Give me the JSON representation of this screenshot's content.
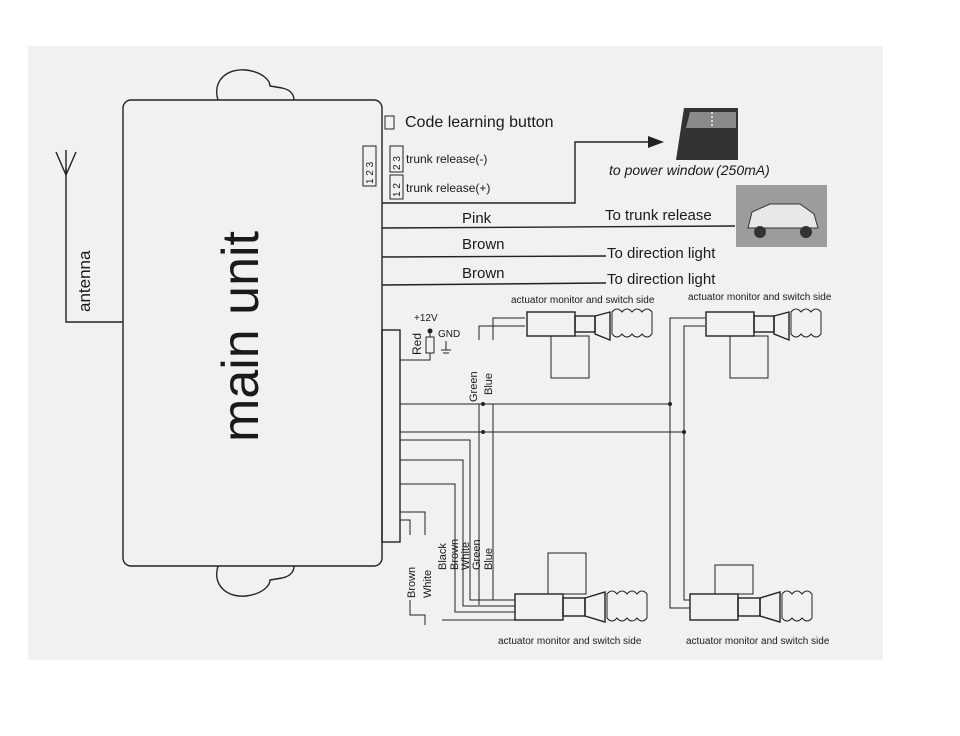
{
  "main_unit": {
    "title": "main unit"
  },
  "antenna": {
    "label": "antenna"
  },
  "top_connections": {
    "code_button": "Code learning button",
    "pin_box_a": "1 2 3",
    "pin_box_b": "2 3",
    "pin_box_c": "1 2",
    "trunk_minus": "trunk release(-)",
    "trunk_plus": "trunk release(+)",
    "power_window": "to power window (250mA)",
    "wire_pink": "Pink",
    "trunk_release": "To trunk release",
    "wire_brown_1": "Brown",
    "direction_1": "To direction light",
    "wire_brown_2": "Brown",
    "direction_2": "To direction light"
  },
  "power": {
    "plus12v": "+12V",
    "gnd": "GND",
    "red": "Red"
  },
  "wires_mid": {
    "green": "Green",
    "blue": "Blue"
  },
  "wires_bottom": {
    "brown": "Brown",
    "white": "White",
    "black": "Black",
    "brown2": "Brown",
    "white2": "White",
    "green2": "Green",
    "blue2": "Blue"
  },
  "actuators": {
    "top_left": "actuator monitor and switch side",
    "top_right": "actuator monitor and switch side",
    "bottom_left": "actuator monitor and switch side",
    "bottom_right": "actuator monitor and switch side"
  },
  "colors": {
    "background": "#f1f1f1",
    "ink": "#1a1a1a"
  }
}
